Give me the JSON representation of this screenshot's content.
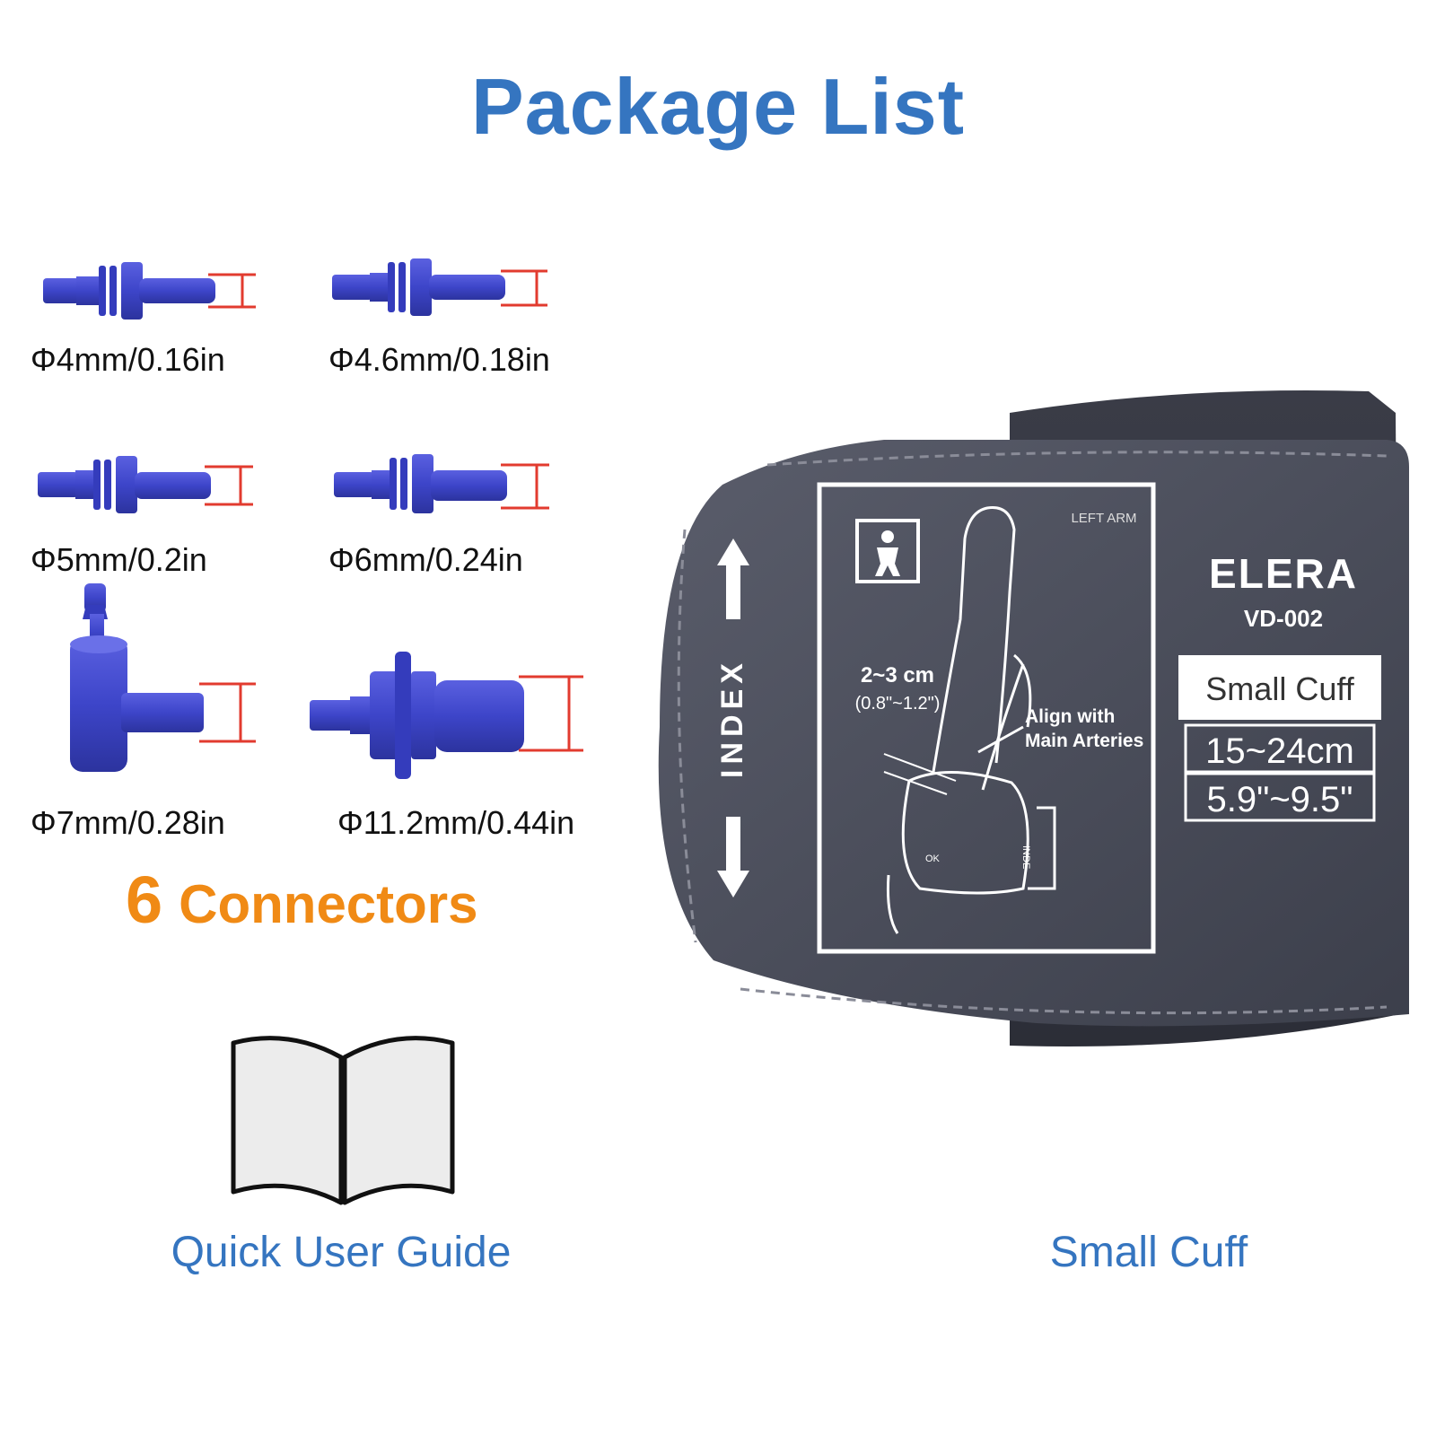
{
  "title": "Package List",
  "colors": {
    "title_blue": "#3575c0",
    "accent_orange": "#f08a15",
    "connector_blue": "#3d45c9",
    "measure_red": "#e23b2f",
    "cuff_gray": "#4a4d5a"
  },
  "connectors": [
    {
      "label": "Φ4mm/0.16in"
    },
    {
      "label": "Φ4.6mm/0.18in"
    },
    {
      "label": "Φ5mm/0.2in"
    },
    {
      "label": "Φ6mm/0.24in"
    },
    {
      "label": "Φ7mm/0.28in"
    },
    {
      "label": "Φ11.2mm/0.44in"
    }
  ],
  "connector_count": {
    "number": "6",
    "word": "Connectors"
  },
  "guide": {
    "label": "Quick User Guide",
    "icon": "open-book-icon"
  },
  "cuff": {
    "label": "Small Cuff",
    "brand": "ELERA",
    "model": "VD-002",
    "index_text": "INDEX",
    "left_arm": "LEFT ARM",
    "distance": "2~3 cm",
    "distance_in": "(0.8\"~1.2\")",
    "align_line1": "Align with",
    "align_line2": "Main Arteries",
    "size_title": "Small Cuff",
    "size_cm": "15~24cm",
    "size_in": "5.9\"~9.5\"",
    "ok_mark": "OK",
    "index_mark": "INDE"
  }
}
